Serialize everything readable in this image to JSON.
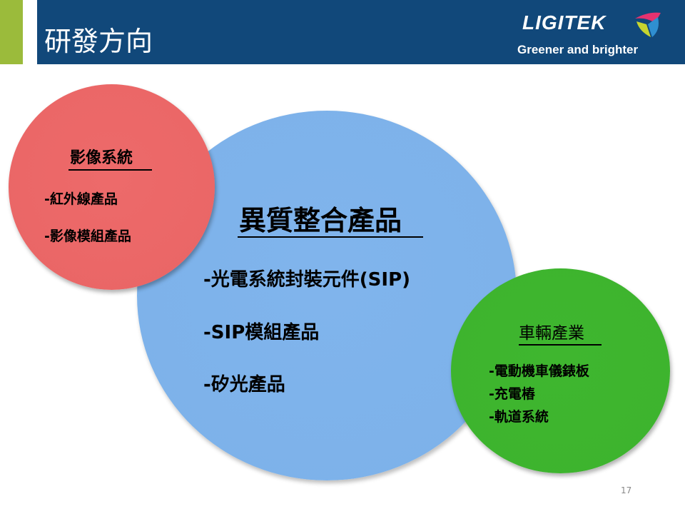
{
  "header": {
    "title": "研發方向",
    "logo_name": "LIGITEK",
    "logo_tagline": "Greener and brighter"
  },
  "red_circle": {
    "title": "影像系統",
    "items": [
      "-紅外線產品",
      "-影像模組產品"
    ]
  },
  "blue_circle": {
    "title": "異質整合產品",
    "items": [
      "-光電系統封裝元件(SIP)",
      "-SIP模組產品",
      "-矽光產品"
    ]
  },
  "green_circle": {
    "title": "車輛產業",
    "items": [
      "-電動機車儀錶板",
      "-充電樁",
      "-軌道系統"
    ]
  },
  "page_number": "17",
  "colors": {
    "header": "#11487a",
    "accent": "#9bbb3b",
    "red": "#ea6666",
    "blue": "#7db2ea",
    "green": "#3db42e"
  }
}
